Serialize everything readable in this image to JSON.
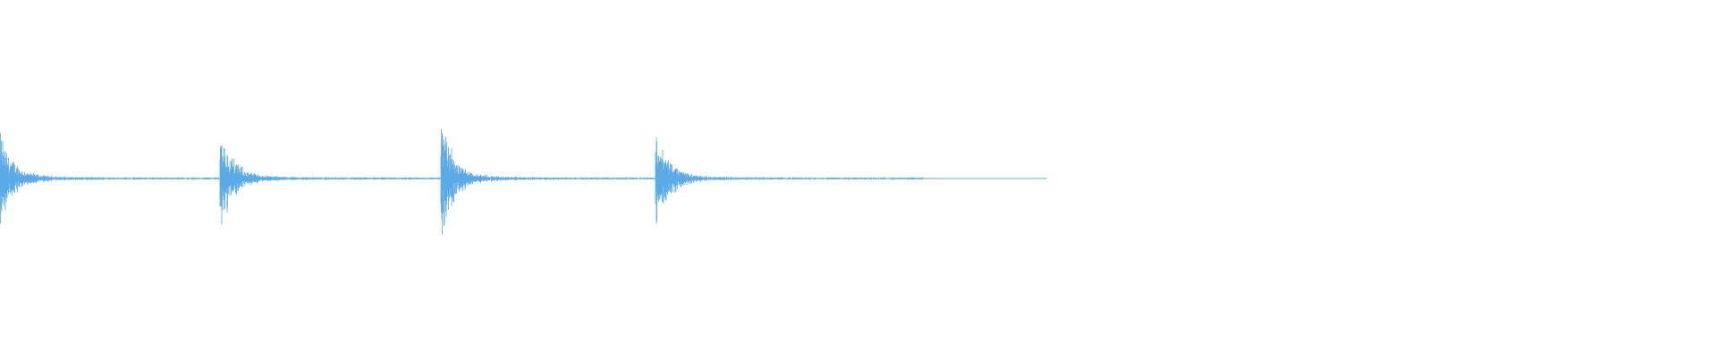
{
  "waveform": {
    "color": "#5aaae6",
    "background": "#ffffff",
    "hits": [
      {
        "attack": 0.48
      },
      {
        "attack": 0.55
      },
      {
        "attack": 0.68
      },
      {
        "attack": 0.55
      }
    ],
    "decay_tail": true
  }
}
